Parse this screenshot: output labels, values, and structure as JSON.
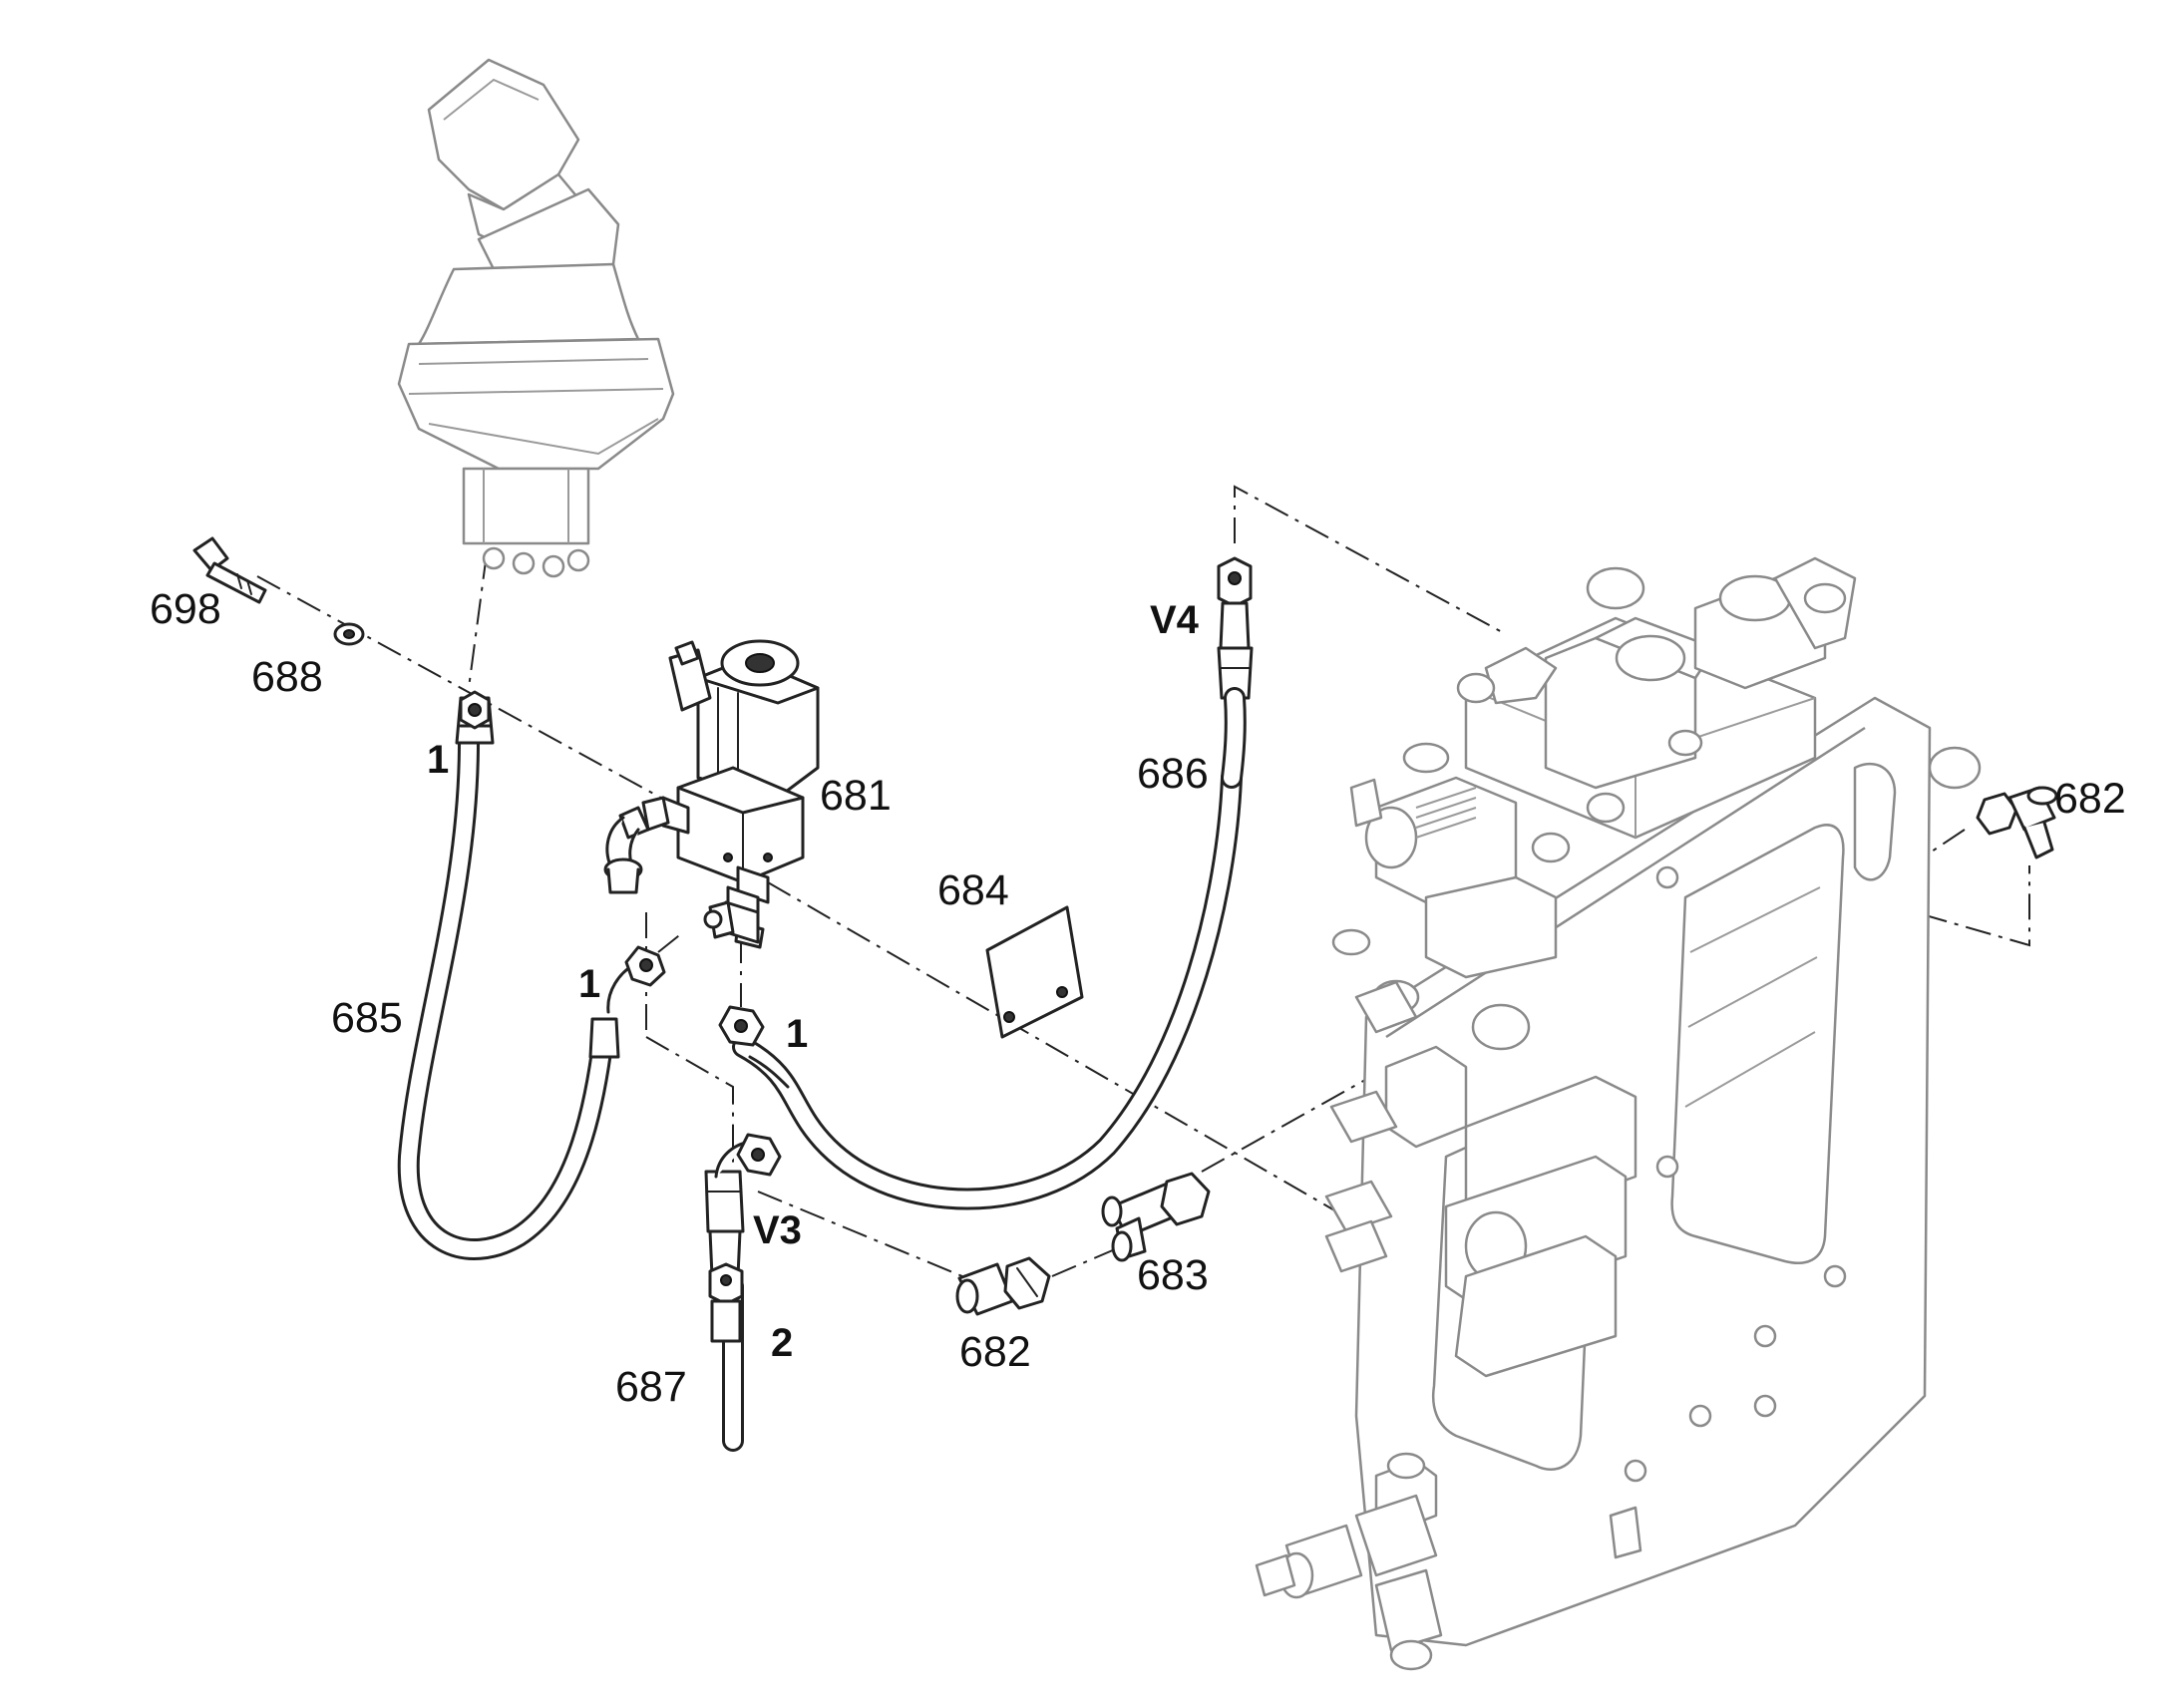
{
  "callouts": {
    "c698": "698",
    "c688": "688",
    "c681": "681",
    "c686": "686",
    "c684": "684",
    "c685": "685",
    "c682a": "682",
    "c682b": "682",
    "c683": "683",
    "c687": "687"
  },
  "ports": {
    "p1a": "1",
    "p1b": "1",
    "p1c": "1",
    "pV4": "V4",
    "pV3": "V3",
    "p2": "2"
  },
  "colors": {
    "line": "#222222",
    "outline_grey": "#8a8a8a",
    "background": "#ffffff"
  }
}
